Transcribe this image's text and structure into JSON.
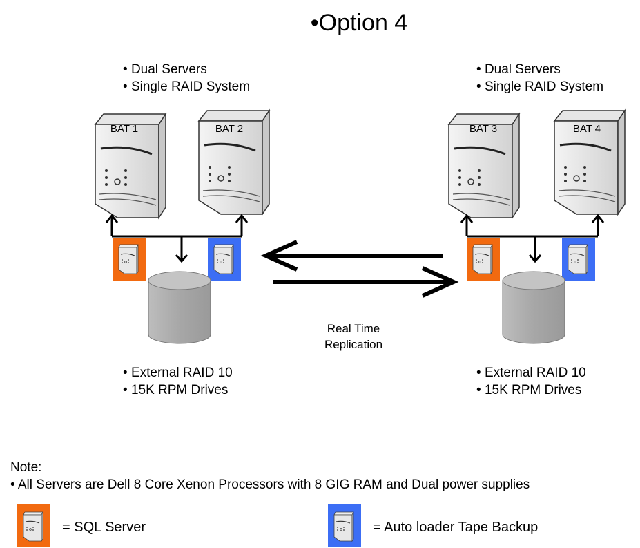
{
  "title": "•Option 4",
  "left": {
    "top_bullets": [
      "Dual Servers",
      "Single RAID System"
    ],
    "servers": [
      "BAT 1",
      "BAT 2"
    ],
    "bottom_bullets": [
      "External RAID 10",
      "15K RPM Drives"
    ]
  },
  "right": {
    "top_bullets": [
      "Dual Servers",
      "Single RAID System"
    ],
    "servers": [
      "BAT 3",
      "BAT 4"
    ],
    "bottom_bullets": [
      "External RAID 10",
      "15K RPM Drives"
    ]
  },
  "replication": [
    "Real Time",
    "Replication"
  ],
  "note": {
    "heading": "Note:",
    "text": "• All Servers are Dell 8 Core Xenon Processors with 8 GIG RAM and Dual power supplies"
  },
  "legend": {
    "sql": "= SQL Server",
    "tape": "= Auto loader Tape Backup"
  },
  "colors": {
    "sql": "#f26a10",
    "tape": "#3c6ef5",
    "disk": "#a8a8a8"
  },
  "icons": [
    "server-tower-icon",
    "sql-server-icon",
    "tape-backup-icon",
    "raid-disk-icon",
    "arrow-icon"
  ]
}
